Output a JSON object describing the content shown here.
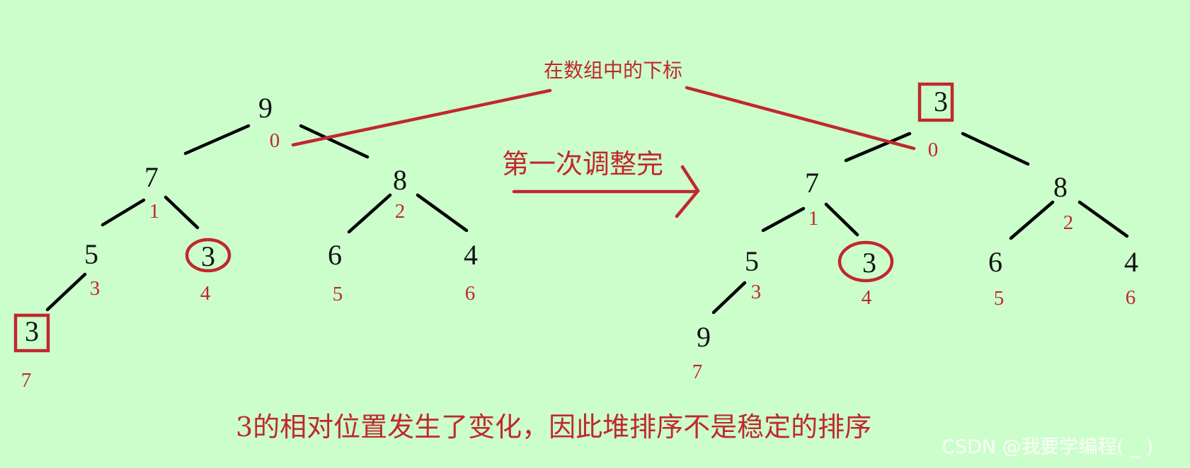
{
  "labels": {
    "index_caption": "在数组中的下标",
    "arrow_caption": "第一次调整完",
    "conclusion": "3的相对位置发生了变化，因此堆排序不是稳定的排序",
    "watermark": "CSDN @我要学编程( _ )"
  },
  "colors": {
    "background": "#ccfecc",
    "accent": "#c0282d",
    "text": "#111111"
  },
  "trees": {
    "before": {
      "nodes": [
        {
          "value": "9",
          "index": "0"
        },
        {
          "value": "7",
          "index": "1"
        },
        {
          "value": "8",
          "index": "2"
        },
        {
          "value": "5",
          "index": "3"
        },
        {
          "value": "3",
          "index": "4",
          "marker": "circle"
        },
        {
          "value": "6",
          "index": "5"
        },
        {
          "value": "4",
          "index": "6"
        },
        {
          "value": "3",
          "index": "7",
          "marker": "box"
        }
      ]
    },
    "after": {
      "nodes": [
        {
          "value": "3",
          "index": "0",
          "marker": "box"
        },
        {
          "value": "7",
          "index": "1"
        },
        {
          "value": "8",
          "index": "2"
        },
        {
          "value": "5",
          "index": "3"
        },
        {
          "value": "3",
          "index": "4",
          "marker": "circle"
        },
        {
          "value": "6",
          "index": "5"
        },
        {
          "value": "4",
          "index": "6"
        },
        {
          "value": "9",
          "index": "7"
        }
      ]
    }
  }
}
